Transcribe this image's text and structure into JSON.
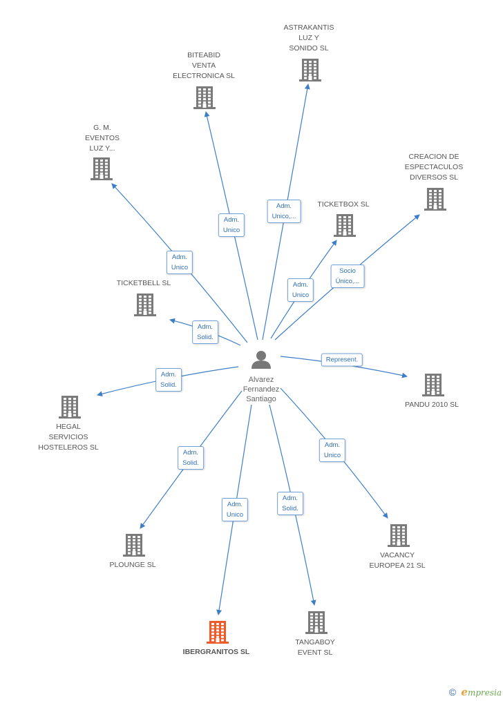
{
  "center": {
    "lines": [
      "Alvarez",
      "Fernandez",
      "Santiago"
    ],
    "icon": "person-icon"
  },
  "colors": {
    "building": "#7a7a7a",
    "building_highlight": "#f05a28",
    "edge": "#3d7ec9",
    "person": "#777777"
  },
  "nodes": [
    {
      "id": "astrakantis",
      "lines": [
        "ASTRAKANTIS",
        "LUZ Y",
        "SONIDO SL"
      ]
    },
    {
      "id": "biteabid",
      "lines": [
        "BITEABID",
        "VENTA",
        "ELECTRONICA SL"
      ]
    },
    {
      "id": "gm-eventos",
      "lines": [
        "G.  M.",
        "EVENTOS",
        "LUZ Y..."
      ]
    },
    {
      "id": "creacion",
      "lines": [
        "CREACION DE",
        "ESPECTACULOS",
        "DIVERSOS  SL"
      ]
    },
    {
      "id": "ticketbox",
      "lines": [
        "TICKETBOX SL"
      ]
    },
    {
      "id": "ticketbell",
      "lines": [
        "TICKETBELL  SL"
      ]
    },
    {
      "id": "pandu",
      "lines": [
        "PANDU 2010 SL"
      ]
    },
    {
      "id": "hegal",
      "lines": [
        "HEGAL",
        "SERVICIOS",
        "HOSTELEROS SL"
      ]
    },
    {
      "id": "plounge",
      "lines": [
        "PLOUNGE SL"
      ]
    },
    {
      "id": "vacancy",
      "lines": [
        "VACANCY",
        "EUROPEA 21 SL"
      ]
    },
    {
      "id": "ibergranitos",
      "lines": [
        "IBERGRANITOS SL"
      ],
      "highlight": true
    },
    {
      "id": "tangaboy",
      "lines": [
        "TANGABOY",
        "EVENT  SL"
      ]
    }
  ],
  "edges": [
    {
      "to": "astrakantis",
      "lines": [
        "Adm.",
        "Unico,..."
      ]
    },
    {
      "to": "biteabid",
      "lines": [
        "Adm.",
        "Unico"
      ]
    },
    {
      "to": "gm-eventos",
      "lines": [
        "Adm.",
        "Unico"
      ]
    },
    {
      "to": "creacion",
      "lines": [
        "Socio",
        "Único,..."
      ]
    },
    {
      "to": "ticketbox",
      "lines": [
        "Adm.",
        "Unico"
      ]
    },
    {
      "to": "ticketbell",
      "lines": [
        "Adm.",
        "Solid."
      ]
    },
    {
      "to": "pandu",
      "lines": [
        "Represent."
      ]
    },
    {
      "to": "hegal",
      "lines": [
        "Adm.",
        "Solid."
      ]
    },
    {
      "to": "plounge",
      "lines": [
        "Adm.",
        "Solid."
      ]
    },
    {
      "to": "vacancy",
      "lines": [
        "Adm.",
        "Unico"
      ]
    },
    {
      "to": "ibergranitos",
      "lines": [
        "Adm.",
        "Unico"
      ]
    },
    {
      "to": "tangaboy",
      "lines": [
        "Adm.",
        "Solid."
      ]
    }
  ],
  "footer": {
    "copyright": "©",
    "brand_initial": "e",
    "brand_rest": "mpresia"
  }
}
